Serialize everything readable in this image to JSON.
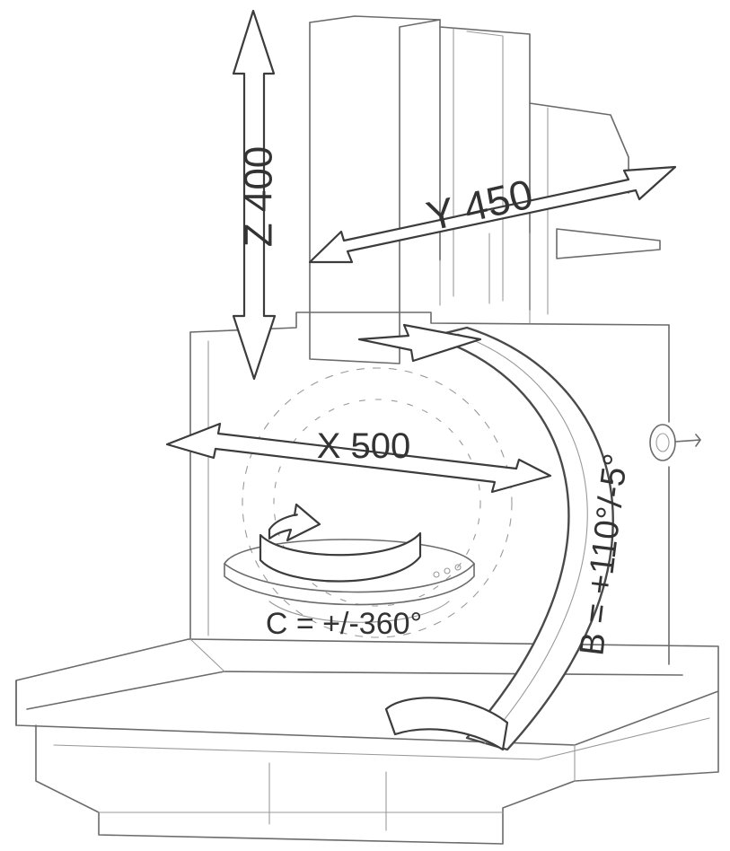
{
  "axes": {
    "z": "Z 400",
    "y": "Y 450",
    "x": "X 500",
    "b": "B = +110°/-5°",
    "c": "C = +/-360°"
  },
  "colors": {
    "line": "#6b6b6b",
    "text": "#333333",
    "background": "#ffffff"
  }
}
